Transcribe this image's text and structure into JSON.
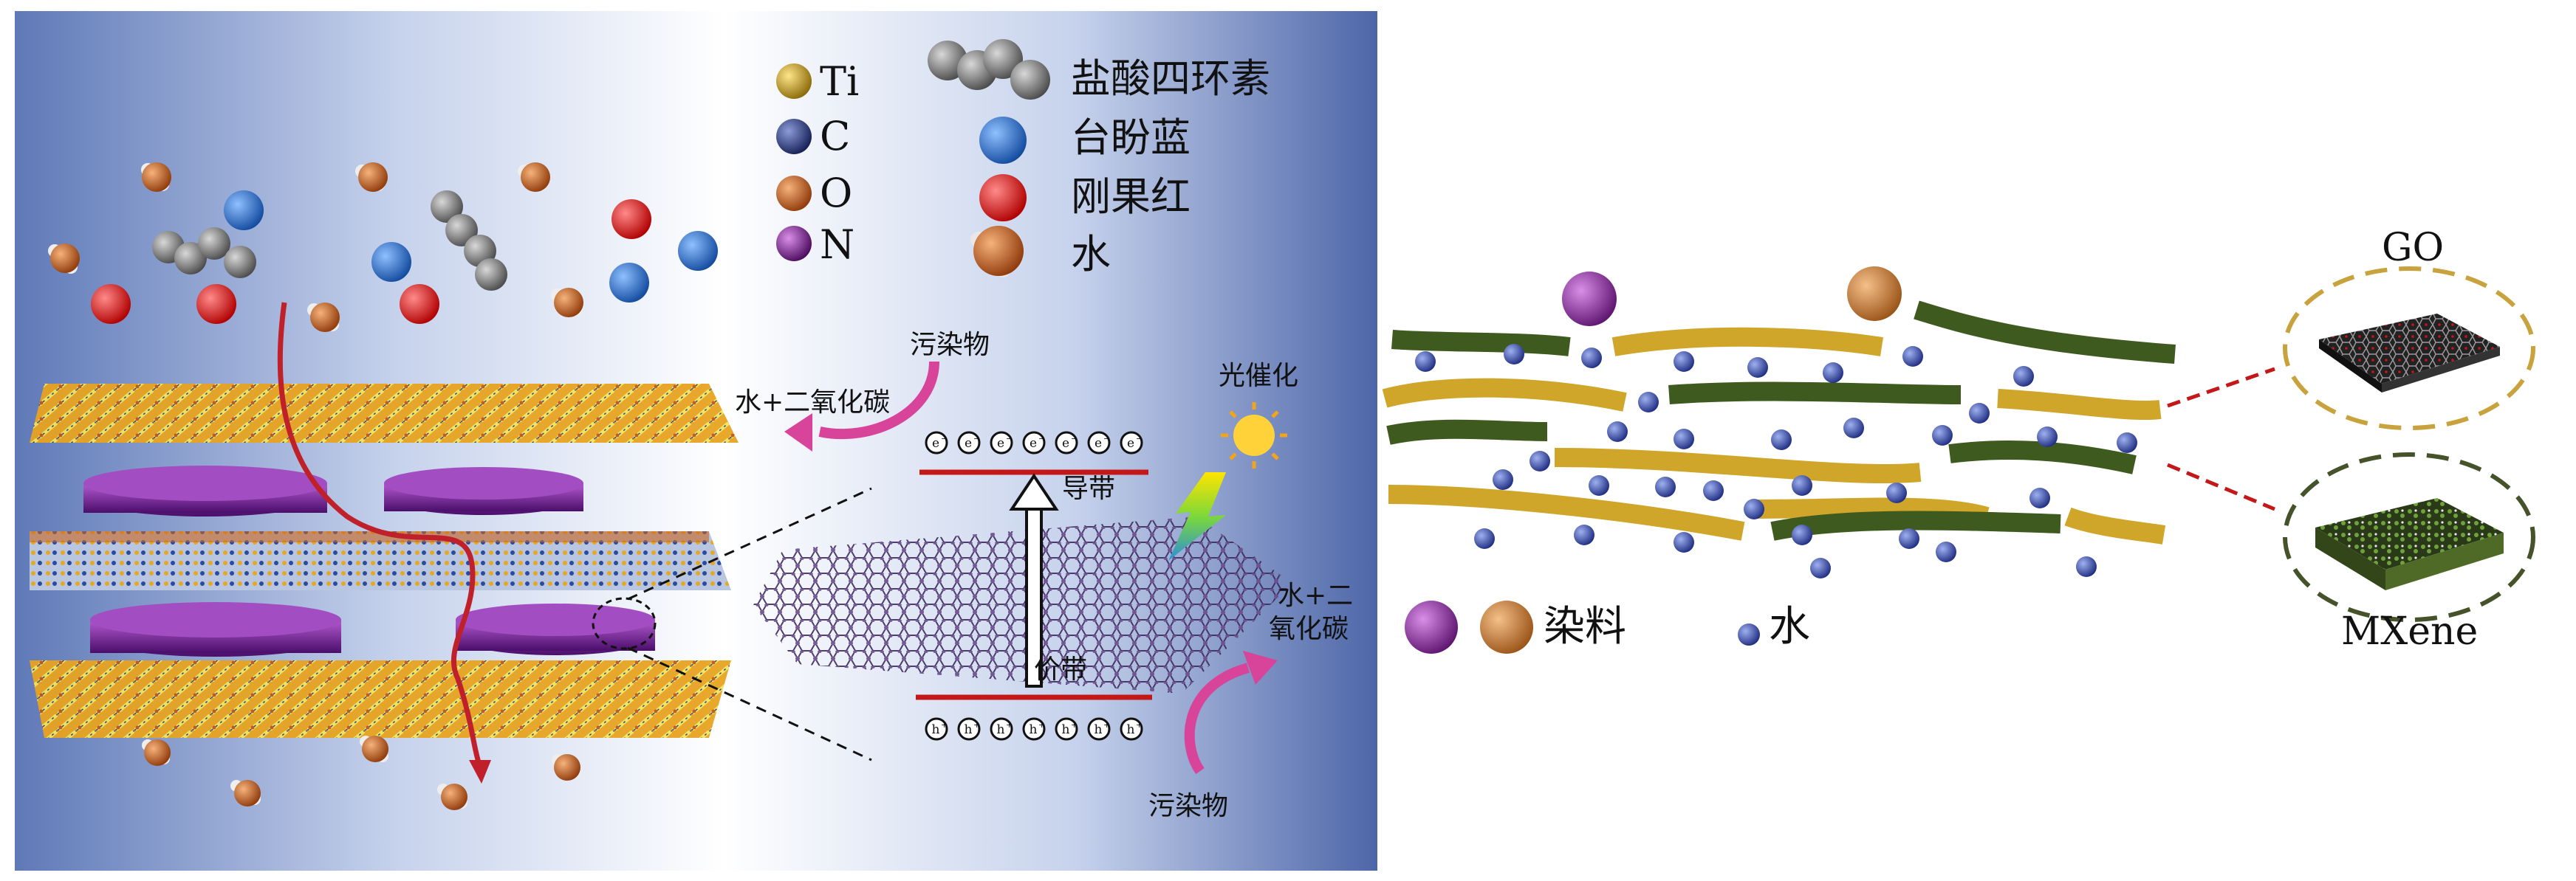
{
  "legend_atoms": [
    {
      "symbol": "Ti",
      "color": "#c99a1c"
    },
    {
      "symbol": "C",
      "color": "#2d3f86"
    },
    {
      "symbol": "O",
      "color": "#c95a1c"
    },
    {
      "symbol": "N",
      "color": "#7a1f8c"
    }
  ],
  "legend_molecules": [
    {
      "label": "盐酸四环素",
      "icon": "tetracycline-gray-cluster-icon"
    },
    {
      "label": "台盼蓝",
      "color": "#2a6fd0"
    },
    {
      "label": "刚果红",
      "color": "#e01818"
    },
    {
      "label": "水",
      "icon": "water-molecule-icon"
    }
  ],
  "photocatalysis": {
    "pollutant_top": "污染物",
    "water_co2_left": "水+二氧化碳",
    "light_label": "光催化",
    "conduction_band": "导带",
    "valence_band": "价带",
    "water_co2_right_line1": "水+二",
    "water_co2_right_line2": "氧化碳",
    "pollutant_bottom": "污染物",
    "electron_symbol": "e",
    "hole_symbol": "h",
    "electron_count": 7,
    "hole_count": 7
  },
  "membrane_panel": {
    "go_label": "GO",
    "mxene_label": "MXene",
    "dye_label": "染料",
    "water_label": "水",
    "colors": {
      "go": "#cfa52a",
      "mxene": "#3f5a1e",
      "water": "#3a4fb0",
      "dye_purple": "#8a2a96",
      "dye_orange": "#c97a30"
    }
  }
}
